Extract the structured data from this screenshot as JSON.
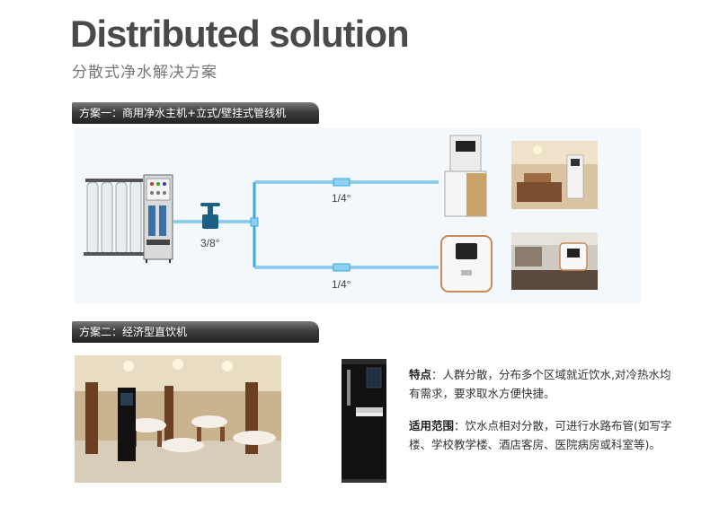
{
  "header": {
    "title": "Distributed solution",
    "subtitle": "分散式净水解决方案"
  },
  "plan1": {
    "label": "方案一：商用净水主机+立式/壁挂式管线机",
    "main_pipe": "3/8°",
    "branch_top": "1/4°",
    "branch_bottom": "1/4°"
  },
  "plan2": {
    "label": "方案二：经济型直饮机",
    "feature_label": "特点",
    "feature_text": "：人群分散，分布多个区域就近饮水,对冷热水均有需求，要求取水方便快捷。",
    "scope_label": "适用范围",
    "scope_text": "：饮水点相对分散，可进行水路布管(如写字楼、学校教学楼、酒店客房、医院病房或科室等)。"
  },
  "colors": {
    "pipe": "#3aa8e0",
    "bar_dark": "#2a2a2a",
    "panel_bg": "#f2f8fc"
  }
}
